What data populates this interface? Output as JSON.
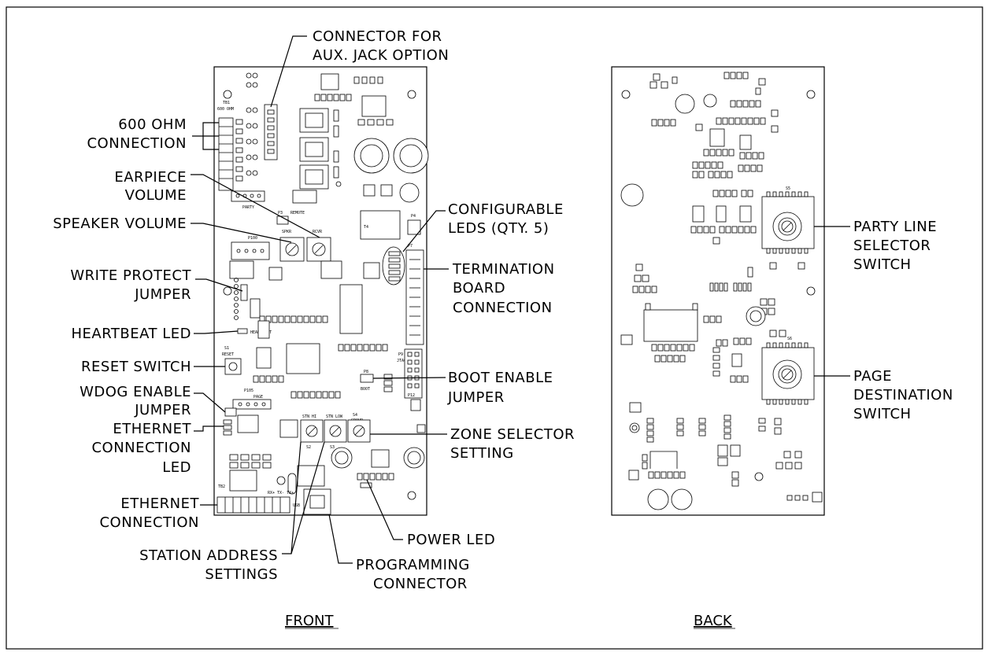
{
  "captions": {
    "front": "FRONT",
    "back": "BACK"
  },
  "callouts": {
    "connector_aux": [
      "CONNECTOR FOR",
      "AUX. JACK OPTION"
    ],
    "ohm600": [
      "600 OHM",
      "CONNECTION"
    ],
    "earpiece": [
      "EARPIECE",
      "VOLUME"
    ],
    "speaker": [
      "SPEAKER VOLUME"
    ],
    "write_protect": [
      "WRITE PROTECT",
      "JUMPER"
    ],
    "heartbeat": [
      "HEARTBEAT LED"
    ],
    "reset": [
      "RESET SWITCH"
    ],
    "wdog": [
      "WDOG ENABLE",
      "JUMPER"
    ],
    "eth_led": [
      "ETHERNET",
      "CONNECTION",
      "LED"
    ],
    "eth_conn": [
      "ETHERNET",
      "CONNECTION"
    ],
    "station_addr": [
      "STATION ADDRESS",
      "SETTINGS"
    ],
    "programming": [
      "PROGRAMMING",
      "CONNECTOR"
    ],
    "power_led": [
      "POWER LED"
    ],
    "zone_selector": [
      "ZONE SELECTOR",
      "SETTING"
    ],
    "boot_enable": [
      "BOOT ENABLE",
      "JUMPER"
    ],
    "termination": [
      "TERMINATION",
      "BOARD",
      "CONNECTION"
    ],
    "configurable": [
      "CONFIGURABLE",
      "LEDS (QTY. 5)"
    ],
    "party_line": [
      "PARTY LINE",
      "SELECTOR",
      "SWITCH"
    ],
    "page_dest": [
      "PAGE",
      "DESTINATION",
      "SWITCH"
    ]
  },
  "silkscreen": {
    "tb1": "TB1",
    "ohm": "600 OHM",
    "p100": "P100",
    "p3": "P3",
    "p4": "P4",
    "p7": "P7",
    "p8": "P8",
    "boot": "BOOT",
    "p9": "P9",
    "jtag": "JTAG",
    "s1": "S1",
    "reset": "RESET",
    "p105": "P105",
    "page": "PAGE",
    "s2": "S2",
    "s3": "S3",
    "s4": "S4",
    "group": "GROUP",
    "stn_hi": "STN HI",
    "stn_low": "STN LOW",
    "tb2": "TB2",
    "rx": "RX+ TX- TX+",
    "usb": "USB",
    "party": "PARTY",
    "remote": "REMOTE",
    "spkr": "SPKR",
    "rcvr": "RCVR",
    "t4": "T4",
    "s5": "S5",
    "s6": "S6",
    "p12": "P12",
    "heartbeat": "HEARTBEAT"
  }
}
